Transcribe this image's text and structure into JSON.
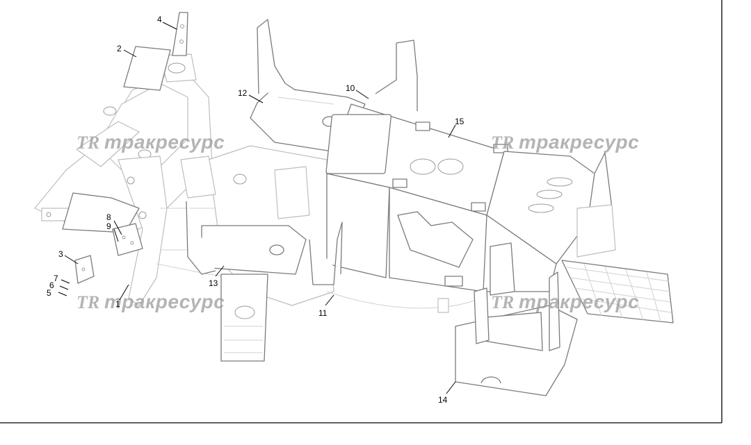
{
  "watermark": {
    "logo": "TR",
    "text": "тракресурс"
  },
  "callouts": [
    {
      "label": "1"
    },
    {
      "label": "2"
    },
    {
      "label": "3"
    },
    {
      "label": "4"
    },
    {
      "label": "5"
    },
    {
      "label": "6"
    },
    {
      "label": "7"
    },
    {
      "label": "8"
    },
    {
      "label": "9"
    },
    {
      "label": "10"
    },
    {
      "label": "11"
    },
    {
      "label": "12"
    },
    {
      "label": "13"
    },
    {
      "label": "14"
    },
    {
      "label": "15"
    }
  ],
  "colors": {
    "line": "#000000",
    "part_light": "#bdbdbd",
    "part_dark": "#7a7a7a",
    "watermark": "#9c9c9c"
  }
}
